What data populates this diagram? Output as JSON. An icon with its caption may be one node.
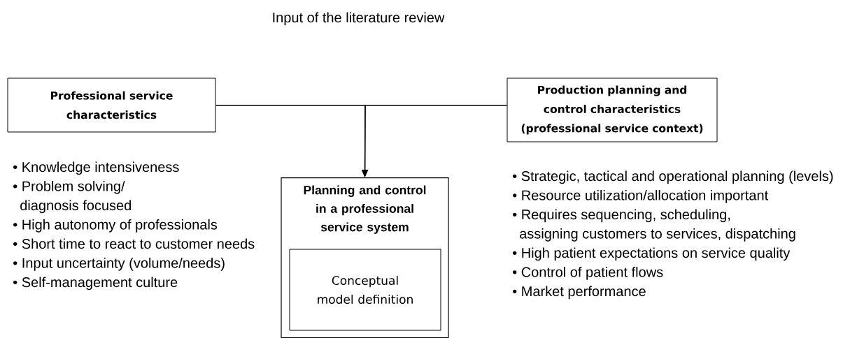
{
  "diagram": {
    "title": "Input of the literature review",
    "nodes": [
      {
        "text": [
          "Professional service characteristics"
        ]
      },
      {
        "text": [
          "Production planning and control characteristics (professional service context)"
        ]
      },
      {
        "text": [
          "Planning and control in a professional service system"
        ]
      },
      {
        "text": [
          "Conceptual model definition"
        ],
        "in": 2
      }
    ],
    "edges": [
      {
        "from": 0,
        "to": 2,
        "arrow": "to"
      },
      {
        "from": 1,
        "to": 2,
        "arrow": "to"
      }
    ],
    "labels": [
      "• Knowledge intensiveness",
      "• Problem solving/ diagnosis focused",
      "• High autonomy of professionals",
      "• Short time to react to customer needs",
      "• Input uncertainty (volume/needs)",
      "• Self-management culture",
      "• Strategic, tactical and operational planning (levels)",
      "• Resource utilization/allocation important",
      "• Requires sequencing,  scheduling, assigning customers to services, dispatching",
      "• High patient expectations on service quality",
      "• Control of patient flows",
      "• Market performance"
    ]
  }
}
